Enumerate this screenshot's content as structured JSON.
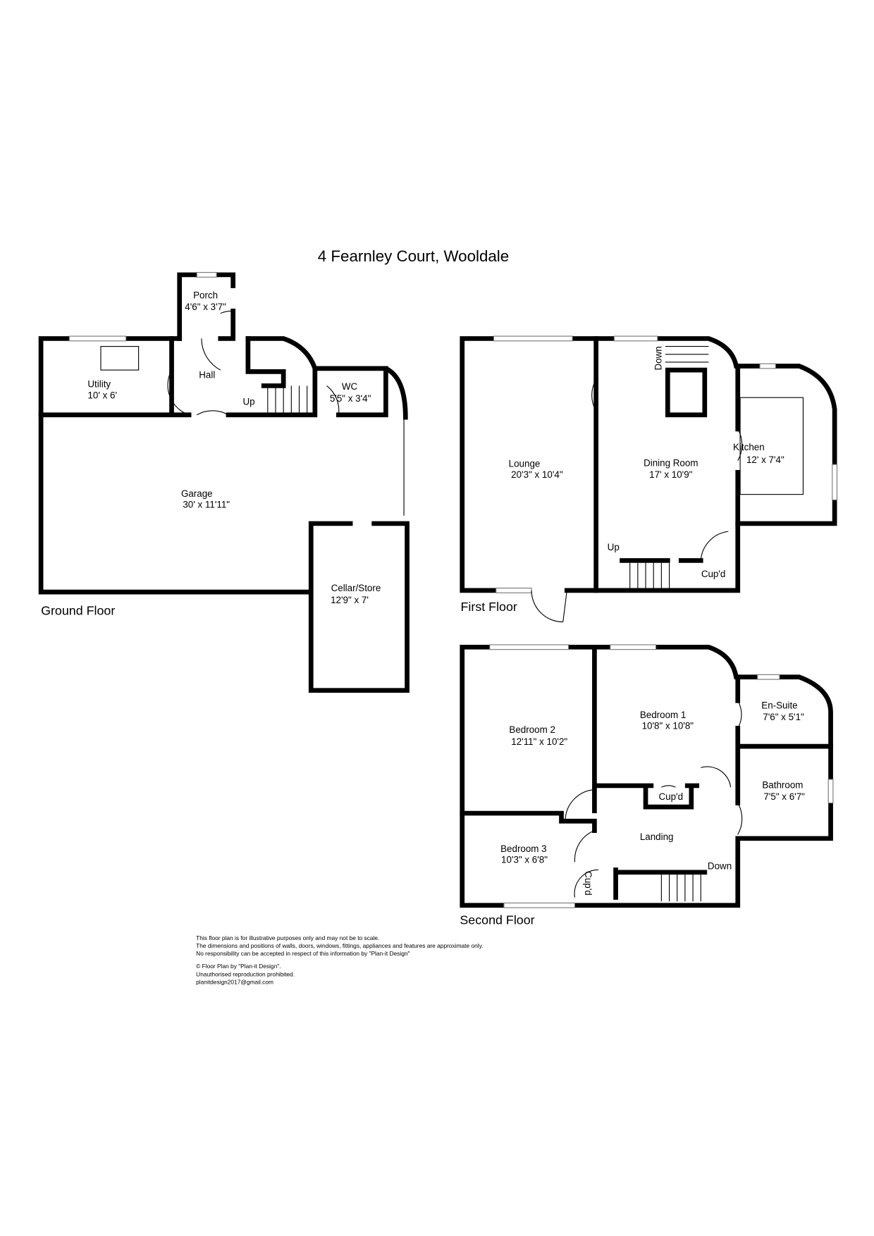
{
  "title": "4 Fearnley Court, Wooldale",
  "ground_floor": {
    "label": "Ground Floor",
    "rooms": {
      "porch": {
        "name": "Porch",
        "size": "4'6\" x 3'7\""
      },
      "hall": {
        "name": "Hall"
      },
      "utility": {
        "name": "Utility",
        "size": "10' x 6'"
      },
      "wc": {
        "name": "WC",
        "size": "5'5\" x 3'4\""
      },
      "garage": {
        "name": "Garage",
        "size": "30' x 11'11\""
      },
      "cellar": {
        "name": "Cellar/Store",
        "size": "12'9\" x 7'"
      }
    },
    "stairs_up": "Up"
  },
  "first_floor": {
    "label": "First Floor",
    "rooms": {
      "lounge": {
        "name": "Lounge",
        "size": "20'3\" x 10'4\""
      },
      "dining": {
        "name": "Dining Room",
        "size": "17' x 10'9\""
      },
      "kitchen": {
        "name": "Kitchen",
        "size": "12' x 7'4\""
      },
      "cupd": {
        "name": "Cup'd"
      }
    },
    "stairs_down": "Down",
    "stairs_up": "Up"
  },
  "second_floor": {
    "label": "Second Floor",
    "rooms": {
      "bedroom2": {
        "name": "Bedroom 2",
        "size": "12'11\" x 10'2\""
      },
      "bedroom1": {
        "name": "Bedroom 1",
        "size": "10'8\" x 10'8\""
      },
      "ensuite": {
        "name": "En-Suite",
        "size": "7'6\" x 5'1\""
      },
      "bathroom": {
        "name": "Bathroom",
        "size": "7'5\" x 6'7\""
      },
      "landing": {
        "name": "Landing"
      },
      "bedroom3": {
        "name": "Bedroom 3",
        "size": "10'3\" x 6'8\""
      },
      "cupd1": {
        "name": "Cup'd"
      },
      "cupd2": {
        "name": "Cup'd"
      }
    },
    "stairs_down": "Down"
  },
  "disclaimer": [
    "This floor plan is for illustrative purposes only and may not be to scale.",
    "The dimensions and positions of walls, doors, windows, fittings, appliances and features are approximate only.",
    "No responsibility can be accepted in respect of this information by \"Plan-it Design\""
  ],
  "credits": [
    "© Floor Plan by \"Plan-it Design\".",
    "Unauthorised reproduction prohibited.",
    "planitdesign2017@gmail.com"
  ]
}
